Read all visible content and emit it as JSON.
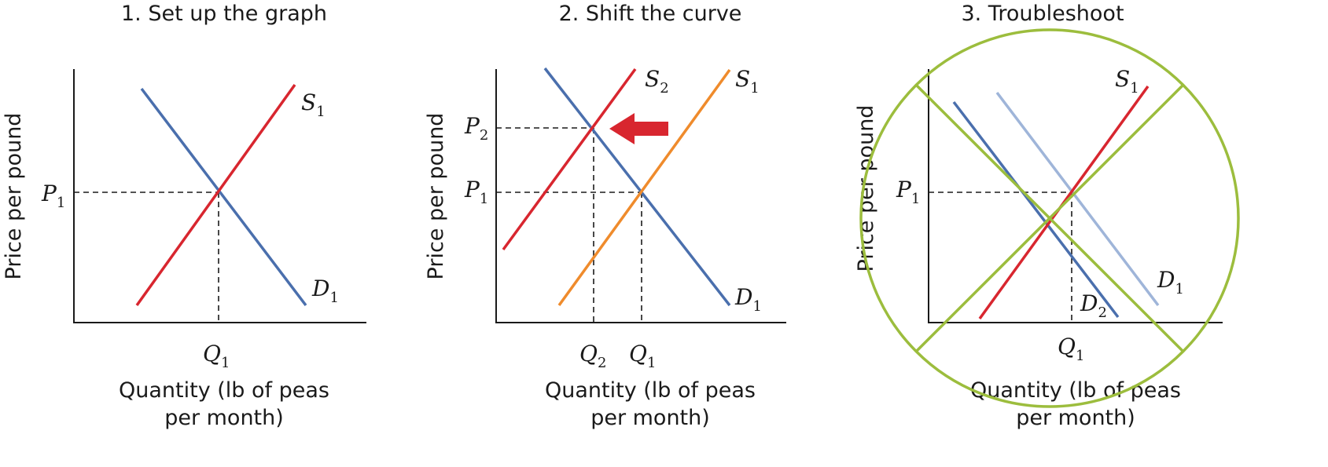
{
  "colors": {
    "axis": "#1a1a1a",
    "demand": "#4a6fad",
    "demand_light": "#9fb5d9",
    "supply": "#d8262f",
    "supply_alt": "#ef8b2c",
    "circle": "#9cbd3d",
    "arrow": "#d8262f"
  },
  "axis_labels": {
    "x_line1": "Quantity (lb of peas",
    "x_line2": "per month)",
    "y": "Price per pound"
  },
  "panels": [
    {
      "title": "1. Set up the graph",
      "curves": [
        {
          "var": "S",
          "sub": "1",
          "color_key": "supply"
        },
        {
          "var": "D",
          "sub": "1",
          "color_key": "demand"
        }
      ],
      "price_labels": [
        {
          "var": "P",
          "sub": "1"
        }
      ],
      "quantity_labels": [
        {
          "var": "Q",
          "sub": "1"
        }
      ]
    },
    {
      "title": "2. Shift the curve",
      "curves": [
        {
          "var": "S",
          "sub": "2",
          "color_key": "supply"
        },
        {
          "var": "S",
          "sub": "1",
          "color_key": "supply_alt"
        },
        {
          "var": "D",
          "sub": "1",
          "color_key": "demand"
        }
      ],
      "price_labels": [
        {
          "var": "P",
          "sub": "2"
        },
        {
          "var": "P",
          "sub": "1"
        }
      ],
      "quantity_labels": [
        {
          "var": "Q",
          "sub": "2"
        },
        {
          "var": "Q",
          "sub": "1"
        }
      ],
      "shift_arrow": "left"
    },
    {
      "title": "3. Troubleshoot",
      "curves": [
        {
          "var": "S",
          "sub": "1",
          "color_key": "supply"
        },
        {
          "var": "D",
          "sub": "1",
          "color_key": "demand_light"
        },
        {
          "var": "D",
          "sub": "2",
          "color_key": "demand"
        }
      ],
      "price_labels": [
        {
          "var": "P",
          "sub": "1"
        }
      ],
      "quantity_labels": [
        {
          "var": "Q",
          "sub": "1"
        }
      ],
      "overlay": "crossed-out-circle"
    }
  ]
}
